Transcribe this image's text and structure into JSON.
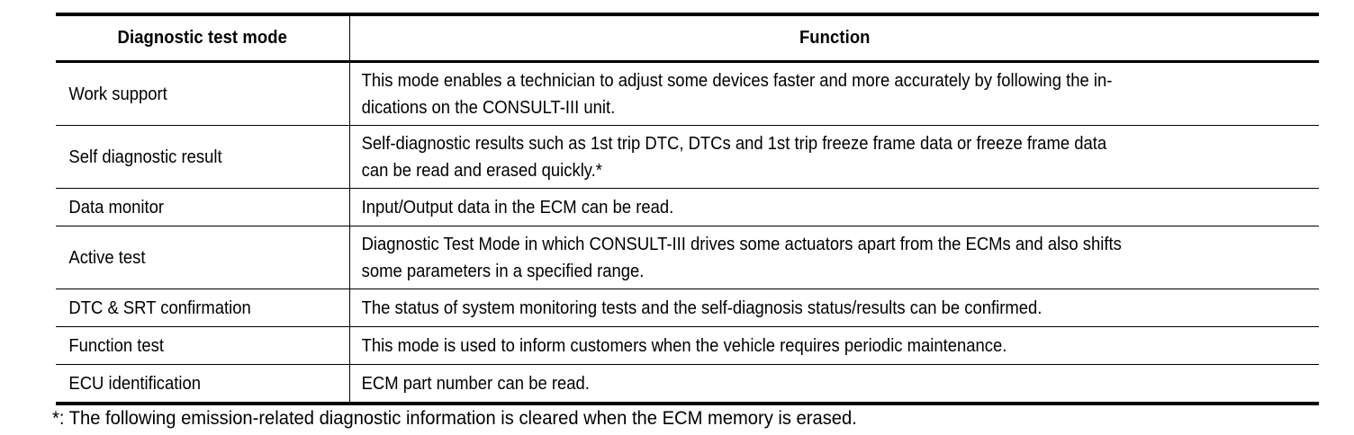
{
  "table": {
    "headers": {
      "mode": "Diagnostic test mode",
      "function": "Function"
    },
    "rows": [
      {
        "mode": "Work support",
        "function": "This mode enables a technician to adjust some devices faster and more accurately by following the in-dications on the CONSULT-III unit.",
        "function_line1": "This mode enables a technician to adjust some devices faster and more accurately by following the in-",
        "function_line2": "dications on the CONSULT-III unit.",
        "height": "tall"
      },
      {
        "mode": "Self diagnostic result",
        "function": "Self-diagnostic results such as 1st trip DTC, DTCs and 1st trip freeze frame data or freeze frame data can be read and erased quickly.*",
        "function_line1": "Self-diagnostic results such as 1st trip DTC, DTCs and 1st trip freeze frame data or freeze frame data",
        "function_line2": "can be read and erased quickly.*",
        "height": "tall"
      },
      {
        "mode": "Data monitor",
        "function": "Input/Output data in the ECM can be read.",
        "function_line1": "Input/Output data in the ECM can be read.",
        "function_line2": "",
        "height": "short"
      },
      {
        "mode": "Active test",
        "function": "Diagnostic Test Mode in which CONSULT-III drives some actuators apart from the ECMs and also shifts some parameters in a specified range.",
        "function_line1": "Diagnostic Test Mode in which CONSULT-III drives some actuators apart from the ECMs and also shifts",
        "function_line2": "some parameters in a specified range.",
        "height": "tall"
      },
      {
        "mode": "DTC & SRT confirmation",
        "function": "The status of system monitoring tests and the self-diagnosis status/results can be confirmed.",
        "function_line1": "The status of system monitoring tests and the self-diagnosis status/results can be confirmed.",
        "function_line2": "",
        "height": "short"
      },
      {
        "mode": "Function test",
        "function": "This mode is used to inform customers when the vehicle requires periodic maintenance.",
        "function_line1": "This mode is used to inform customers when the vehicle requires periodic maintenance.",
        "function_line2": "",
        "height": "short"
      },
      {
        "mode": "ECU identification",
        "function": "ECM part number can be read.",
        "function_line1": "ECM part number can be read.",
        "function_line2": "",
        "height": "short"
      }
    ]
  },
  "footnote": {
    "text": "*: The following emission-related diagnostic information is cleared when the ECM memory is erased."
  },
  "colors": {
    "text": "#000000",
    "background": "#ffffff",
    "rule": "#000000"
  }
}
